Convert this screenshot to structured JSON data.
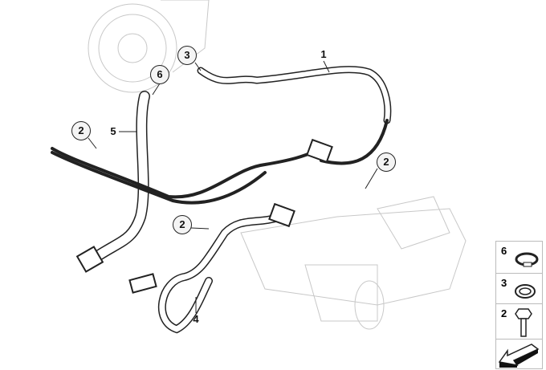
{
  "diagram": {
    "callouts": [
      {
        "id": "c1",
        "label": "1",
        "style": "plain"
      },
      {
        "id": "c3",
        "label": "3",
        "style": "circled"
      },
      {
        "id": "c6",
        "label": "6",
        "style": "circled"
      },
      {
        "id": "c2a",
        "label": "2",
        "style": "circled"
      },
      {
        "id": "c5",
        "label": "5",
        "style": "plain"
      },
      {
        "id": "c2b",
        "label": "2",
        "style": "circled"
      },
      {
        "id": "c2c",
        "label": "2",
        "style": "circled"
      },
      {
        "id": "c4",
        "label": "4",
        "style": "plain"
      }
    ],
    "legend": [
      {
        "label": "6",
        "icon": "hose-clamp-icon"
      },
      {
        "label": "3",
        "icon": "seal-ring-icon"
      },
      {
        "label": "2",
        "icon": "hex-bolt-icon"
      },
      {
        "label": "",
        "icon": "arrow-icon"
      }
    ]
  }
}
